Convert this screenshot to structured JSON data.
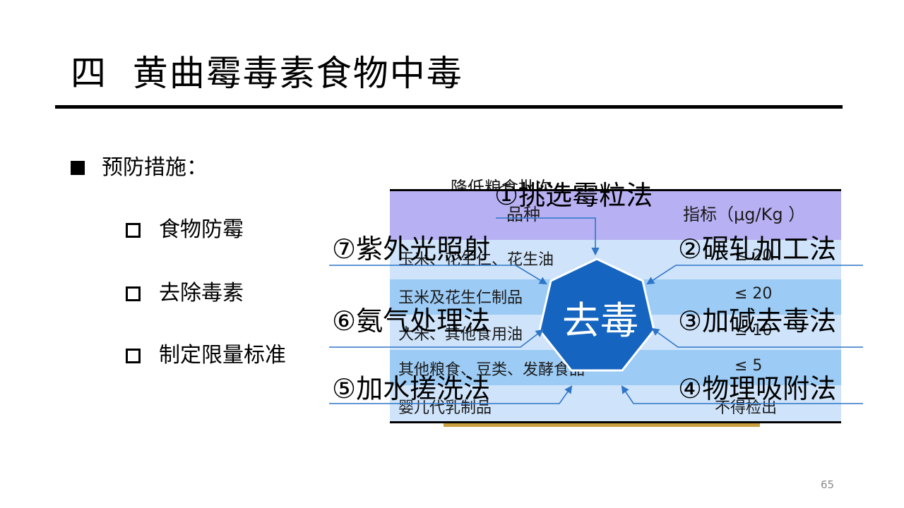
{
  "slide": {
    "title": "四  黄曲霉毒素食物中毒",
    "page_number": "65"
  },
  "bullets": {
    "main": "预防措施：",
    "items": [
      "食物防霉",
      "去除毒素",
      "制定限量标准"
    ]
  },
  "table": {
    "caption": "降低粮食批次",
    "header": {
      "col1": "品种",
      "col2": "指标（μg/Kg ）"
    },
    "rows": [
      {
        "col1": "玉米、花生仁、花生油",
        "col2": "≤ 20"
      },
      {
        "col1": "玉米及花生仁制品",
        "col2": "≤ 20"
      },
      {
        "col1": "大米、其他食用油",
        "col2": "≤ 10"
      },
      {
        "col1": "其他粮食、豆类、发酵食品",
        "col2": "≤ 5"
      },
      {
        "col1": "婴儿代乳制品",
        "col2": "不得检出"
      }
    ]
  },
  "diagram": {
    "center_label": "去毒",
    "methods": {
      "m1": "①挑选霉粒法",
      "m2": "②碾轧加工法",
      "m3": "③加碱去毒法",
      "m4": "④物理吸附法",
      "m5": "⑤加水搓洗法",
      "m6": "⑥氨气处理法",
      "m7": "⑦紫外光照射"
    }
  },
  "colors": {
    "header_band": "#b7b0f2",
    "row_light": "#cfe4fb",
    "row_mid": "#9ccbf5",
    "heptagon": "#1565c0",
    "arrow": "#2f75c7"
  }
}
